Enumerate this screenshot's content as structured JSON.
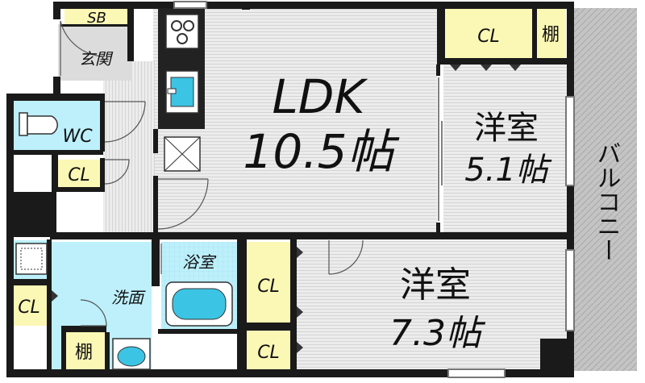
{
  "colors": {
    "wall": "#1a1a1a",
    "floor": "#e8e8e8",
    "closet": "#fbf7b5",
    "wet_area": "#b9eefa",
    "balcony": "#bfbfbf",
    "fixture": "#3cc4e4"
  },
  "rooms": {
    "ldk_name": "LDK",
    "ldk_size": "10.5帖",
    "western1_name": "洋室",
    "western1_size": "5.1帖",
    "western2_name": "洋室",
    "western2_size": "7.3帖",
    "balcony": "バルコニー",
    "entrance": "玄関",
    "shoe_box": "SB",
    "toilet": "WC",
    "bath": "浴室",
    "washroom": "洗面"
  },
  "storage": {
    "cl_top": "CL",
    "shelf_top": "棚",
    "cl_toilet": "CL",
    "cl_wash": "CL",
    "shelf_wash": "棚",
    "cl_mid1": "CL",
    "cl_mid2": "CL"
  },
  "icons": [
    "stove-icon",
    "kitchen-sink-icon",
    "toilet-icon",
    "bathtub-icon",
    "wash-basin-icon",
    "washing-machine-icon"
  ]
}
